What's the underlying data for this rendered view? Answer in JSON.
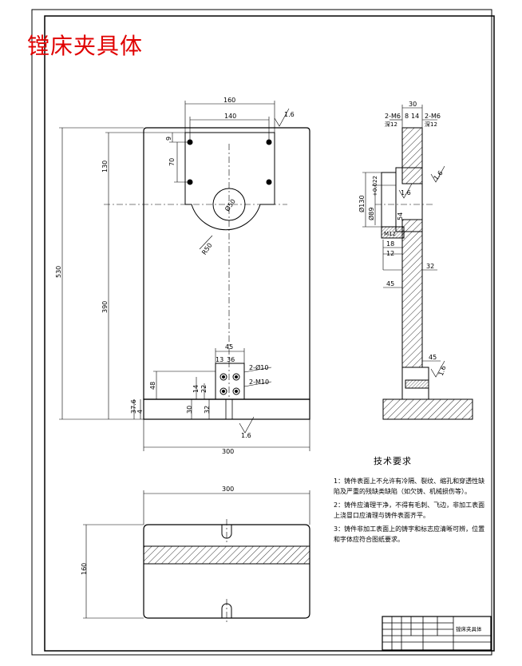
{
  "drawing_title": "镗床夹具体",
  "dims_front": {
    "w160": "160",
    "w140": "140",
    "rough": "1.6",
    "d9": "9",
    "d70": "70",
    "d130": "130",
    "d530": "530",
    "d390": "390",
    "r50": "R50",
    "hole": "Ø50",
    "d45": "45",
    "d13": "13",
    "d36": "36",
    "phi10": "2-Ø10",
    "m10": "2-M10",
    "d48": "48",
    "d14": "14",
    "d22": "22",
    "d30": "30",
    "d32": "32",
    "d376": "37.6",
    "d4": "4",
    "w300": "300",
    "rough_bottom": "1.6"
  },
  "dims_side": {
    "d30": "30",
    "m6a": "2-M6",
    "m6b": "2-M6",
    "d8": "8",
    "d14": "14",
    "deep_a": "深12",
    "deep_b": "深12",
    "rough": "1.6",
    "phi130": "Ø130",
    "phi89": "Ø89",
    "tol": "+0.022",
    "d54": "54",
    "m12": "M12",
    "d18": "18",
    "d12": "12",
    "d32": "32",
    "d45a": "45",
    "d45b": "45",
    "rough_mid": "1.6",
    "rough_low": "1.6"
  },
  "dims_top": {
    "w300": "300",
    "h160": "160"
  },
  "tech_requirements": {
    "title": "技术要求",
    "items": [
      "1：铸件表面上不允许有冷隔、裂纹、缩孔和穿透性缺陷及严重的残缺类缺陷（如欠铸、机械损伤等）。",
      "2：铸件应清理干净，不得有毛刺、飞边，非加工表面上浇冒口应清理与铸件表面齐平。",
      "3：铸件非加工表面上的铸字和标志应清晰可辨，位置和字体应符合图纸要求。"
    ]
  },
  "title_block": {
    "name": "镗床夹具体"
  }
}
